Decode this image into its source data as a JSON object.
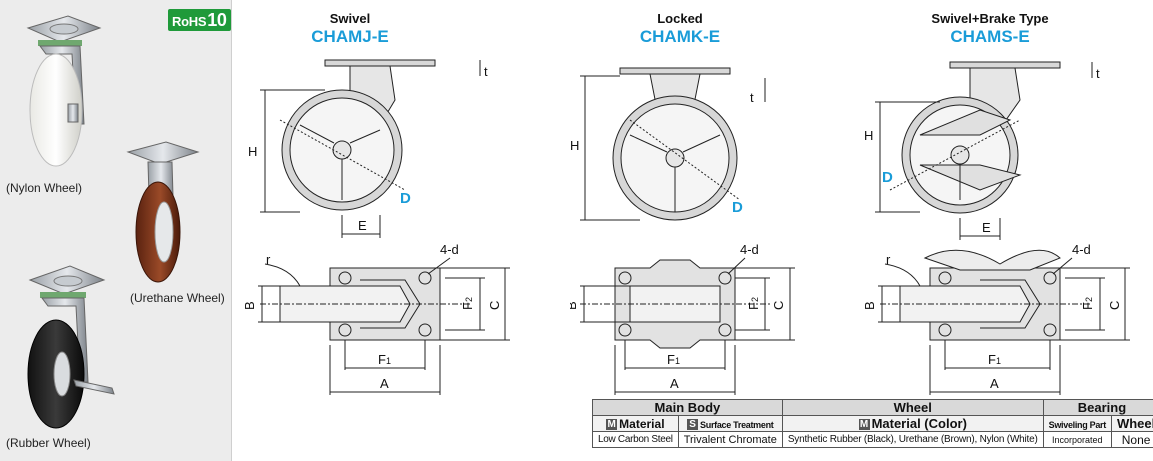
{
  "rohs": {
    "prefix": "RoHS",
    "number": "10"
  },
  "wheels": [
    {
      "label": "(Nylon Wheel)"
    },
    {
      "label": "(Urethane Wheel)"
    },
    {
      "label": "(Rubber Wheel)"
    }
  ],
  "views": [
    {
      "title": "Swivel",
      "code": "CHAMJ-E"
    },
    {
      "title": "Locked",
      "code": "CHAMK-E"
    },
    {
      "title": "Swivel+Brake Type",
      "code": "CHAMS-E"
    }
  ],
  "dims": {
    "H": "H",
    "t": "t",
    "D": "D",
    "E": "E",
    "r": "r",
    "B": "B",
    "F1": "F",
    "F1_sub": "1",
    "F2": "F",
    "F2_sub": "2",
    "C": "C",
    "A": "A",
    "holes": "4-d"
  },
  "table": {
    "groups": {
      "main_body": "Main Body",
      "wheel": "Wheel",
      "bearing": "Bearing"
    },
    "subheaders": {
      "material_badge": "M",
      "material": "Material",
      "surface_badge": "S",
      "surface": "Surface Treatment",
      "wheel_badge": "M",
      "wheel_material": "Material (Color)",
      "swiveling": "Swiveling Part",
      "wheel_bearing": "Wheel"
    },
    "values": {
      "material": "Low Carbon Steel",
      "surface": "Trivalent Chromate",
      "wheel_material": "Synthetic Rubber (Black), Urethane (Brown), Nylon (White)",
      "swiveling": "Incorporated",
      "wheel_bearing": "None"
    }
  }
}
